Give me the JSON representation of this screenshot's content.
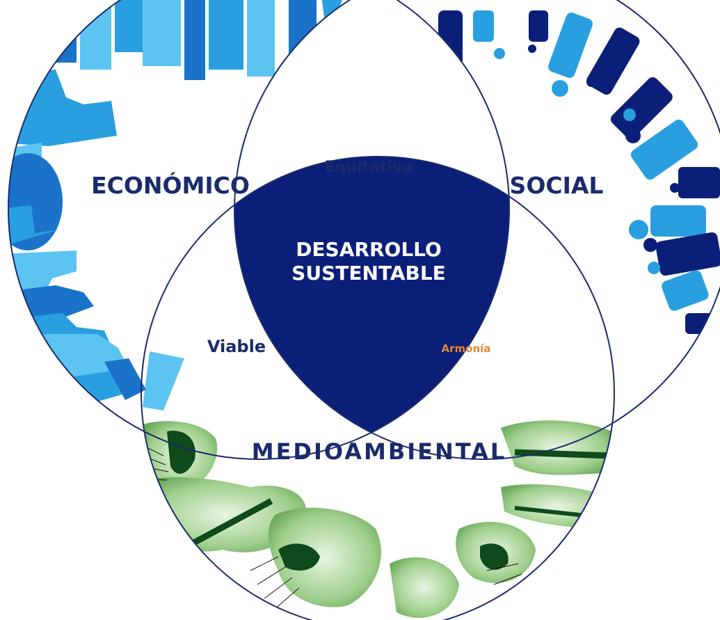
{
  "diagram": {
    "circles": {
      "economico": {
        "label": "ECONÓMICO"
      },
      "social": {
        "label": "SOCIAL"
      },
      "medioambiental": {
        "label": "MEDIOAMBIENTAL"
      }
    },
    "intersections": {
      "economico_social": "Equitativo",
      "economico_medioambiental": "Viable",
      "social_medioambiental": "Armonía",
      "center_line1": "DESARROLLO",
      "center_line2": "SUSTENTABLE"
    },
    "colors": {
      "outline": "#1a2a6c",
      "navy": "#0b1f78",
      "blue": "#1a73c9",
      "light_blue": "#5cc4f0",
      "mid_blue": "#2a9fe0",
      "green": "#7dbb6a",
      "light_green": "#cfe8c4",
      "dark_green": "#0f4a1c",
      "orange": "#e8862e",
      "label_navy": "#1a2a6c"
    }
  }
}
